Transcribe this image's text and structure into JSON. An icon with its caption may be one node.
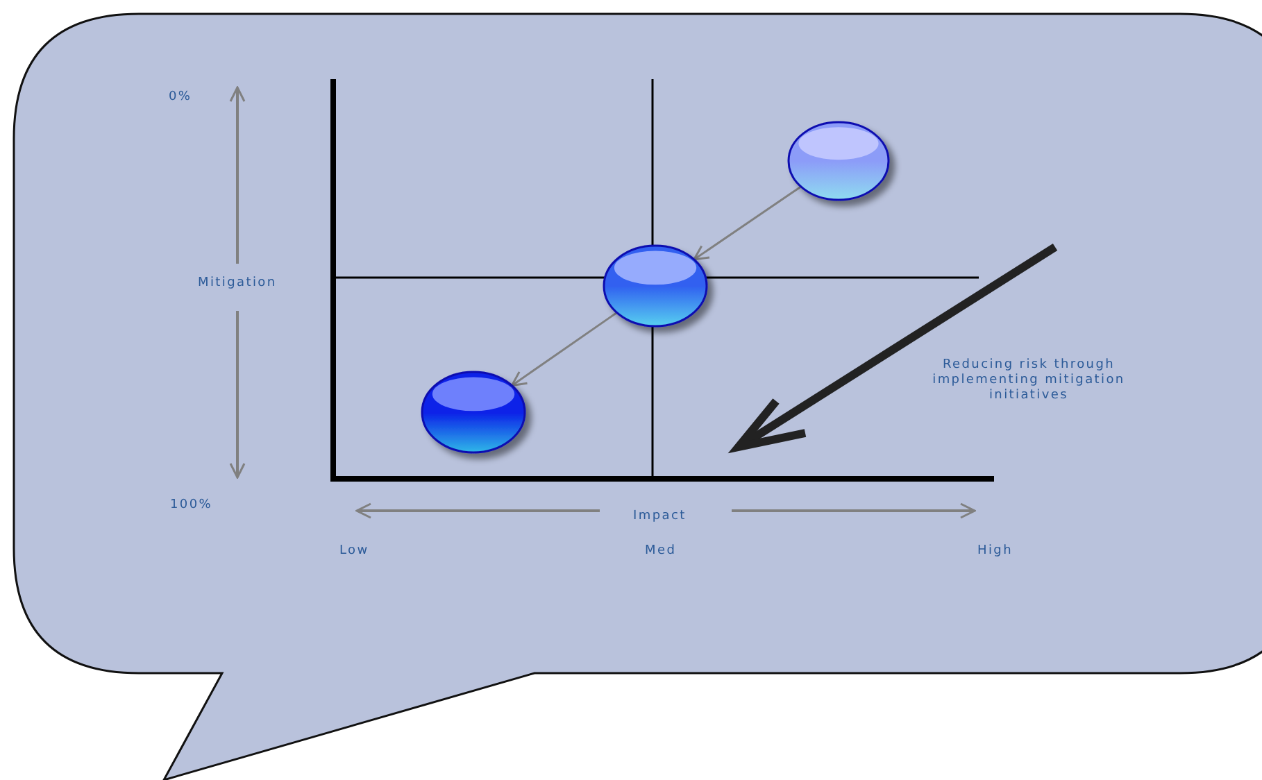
{
  "diagram": {
    "nodes": [
      {
        "text": [],
        "shape": "circle"
      },
      {
        "text": [],
        "shape": "circle"
      },
      {
        "text": [],
        "shape": "circle"
      }
    ],
    "edges": [
      {
        "from": 0,
        "to": 1,
        "arrow": "to"
      },
      {
        "from": 1,
        "to": 2,
        "arrow": "to"
      }
    ],
    "labels": [
      "0%",
      "Mitigation",
      "Reducing risk through implementing mitigation initiatives",
      "100%",
      "Impact",
      "Low",
      "Med",
      "High"
    ]
  }
}
